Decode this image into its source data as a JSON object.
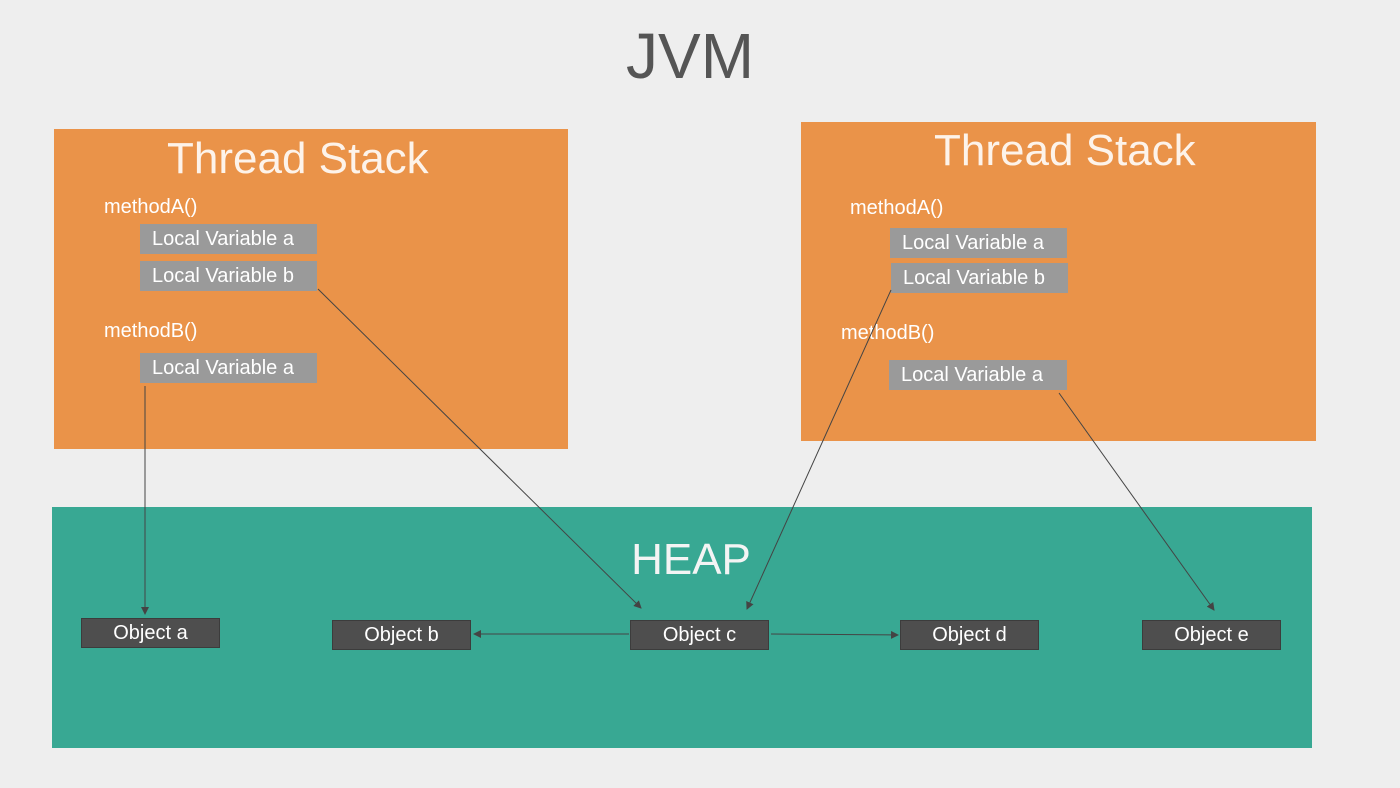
{
  "diagram": {
    "title": "JVM",
    "stacks": [
      {
        "title": "Thread Stack",
        "method_a": "methodA()",
        "method_a_vars": [
          "Local Variable a",
          "Local Variable b"
        ],
        "method_b": "methodB()",
        "method_b_vars": [
          "Local Variable a"
        ]
      },
      {
        "title": "Thread Stack",
        "method_a": "methodA()",
        "method_a_vars": [
          "Local Variable a",
          "Local Variable b"
        ],
        "method_b": "methodB()",
        "method_b_vars": [
          "Local Variable a"
        ]
      }
    ],
    "heap": {
      "title": "HEAP",
      "objects": [
        "Object a",
        "Object b",
        "Object c",
        "Object d",
        "Object e"
      ]
    },
    "references": [
      {
        "from": "Thread Stack 1 / methodB() / Local Variable a",
        "to": "Object a"
      },
      {
        "from": "Thread Stack 1 / methodA() / Local Variable b",
        "to": "Object c"
      },
      {
        "from": "Thread Stack 2 / methodA() / Local Variable b",
        "to": "Object c"
      },
      {
        "from": "Thread Stack 2 / methodB() / Local Variable a",
        "to": "Object e"
      },
      {
        "from": "Object c",
        "to": "Object b"
      },
      {
        "from": "Object c",
        "to": "Object d"
      }
    ],
    "colors": {
      "background": "#eeeeee",
      "thread_stack": "#ea9349",
      "heap": "#38a893",
      "local_variable": "#9a9a9a",
      "object": "#4e4e4e",
      "arrow": "#444444",
      "title": "#555555"
    }
  }
}
